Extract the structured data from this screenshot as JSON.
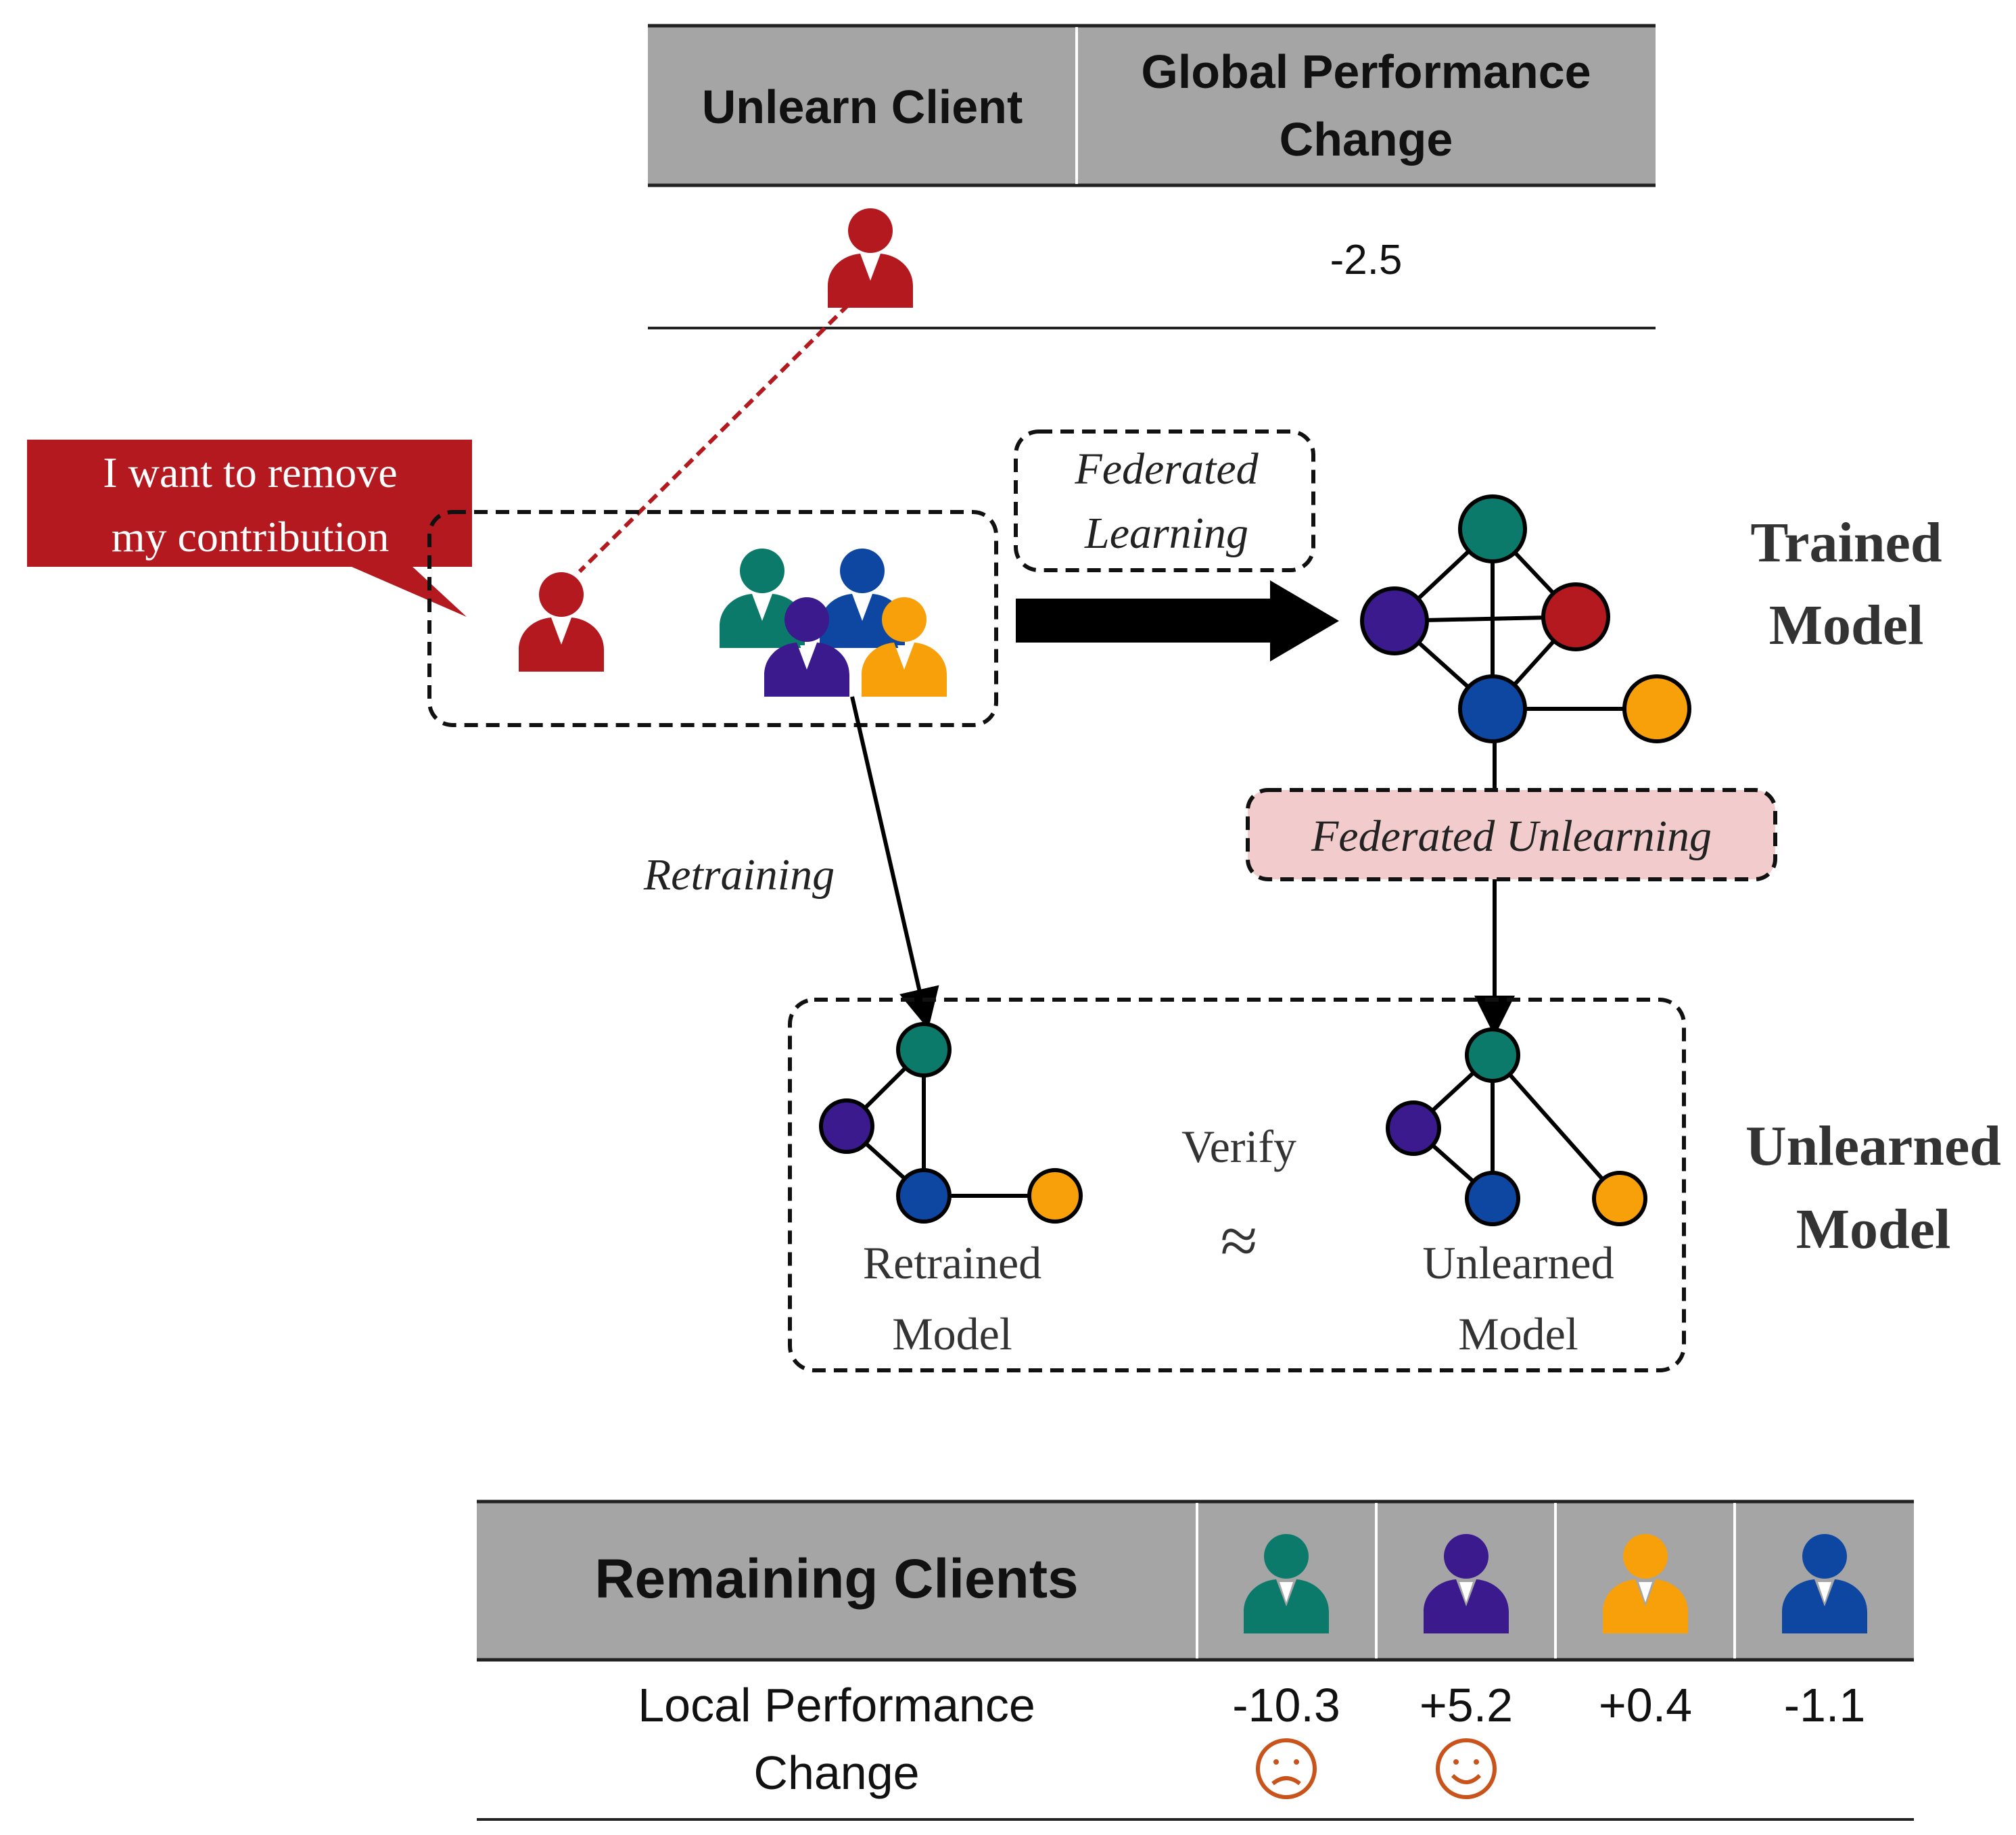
{
  "top_table": {
    "header_col1": "Unlearn Client",
    "header_col2_line1": "Global Performance",
    "header_col2_line2": "Change",
    "value": "-2.5"
  },
  "speech_bubble": {
    "line1": "I want to remove",
    "line2": "my contribution"
  },
  "labels": {
    "federated_learning_line1": "Federated",
    "federated_learning_line2": "Learning",
    "trained_model_line1": "Trained",
    "trained_model_line2": "Model",
    "federated_unlearning": "Federated Unlearning",
    "retraining": "Retraining",
    "verify": "Verify",
    "approx": "≈",
    "retrained_model_line1": "Retrained",
    "retrained_model_line2": "Model",
    "unlearned_model_inner_line1": "Unlearned",
    "unlearned_model_inner_line2": "Model",
    "unlearned_model_line1": "Unlearned",
    "unlearned_model_line2": "Model"
  },
  "bottom_table": {
    "header": "Remaining Clients",
    "row_label_line1": "Local Performance",
    "row_label_line2": "Change",
    "clients": [
      {
        "value": "-10.3",
        "color": "#0b7a6a",
        "face": "sad-face-icon"
      },
      {
        "value": "+5.2",
        "color": "#3a1a8c",
        "face": "happy-face-icon"
      },
      {
        "value": "+0.4",
        "color": "#f7a00a",
        "face": ""
      },
      {
        "value": "-1.1",
        "color": "#0d47a1",
        "face": ""
      }
    ]
  },
  "colors": {
    "red": "#b3191f",
    "teal": "#0b7a6a",
    "purple": "#3a1a8c",
    "orange": "#f7a00a",
    "blue": "#0d47a1",
    "table_header": "#a5a5a5",
    "unlearning_fill": "#f2cccc",
    "face_orange": "#c8531b"
  }
}
